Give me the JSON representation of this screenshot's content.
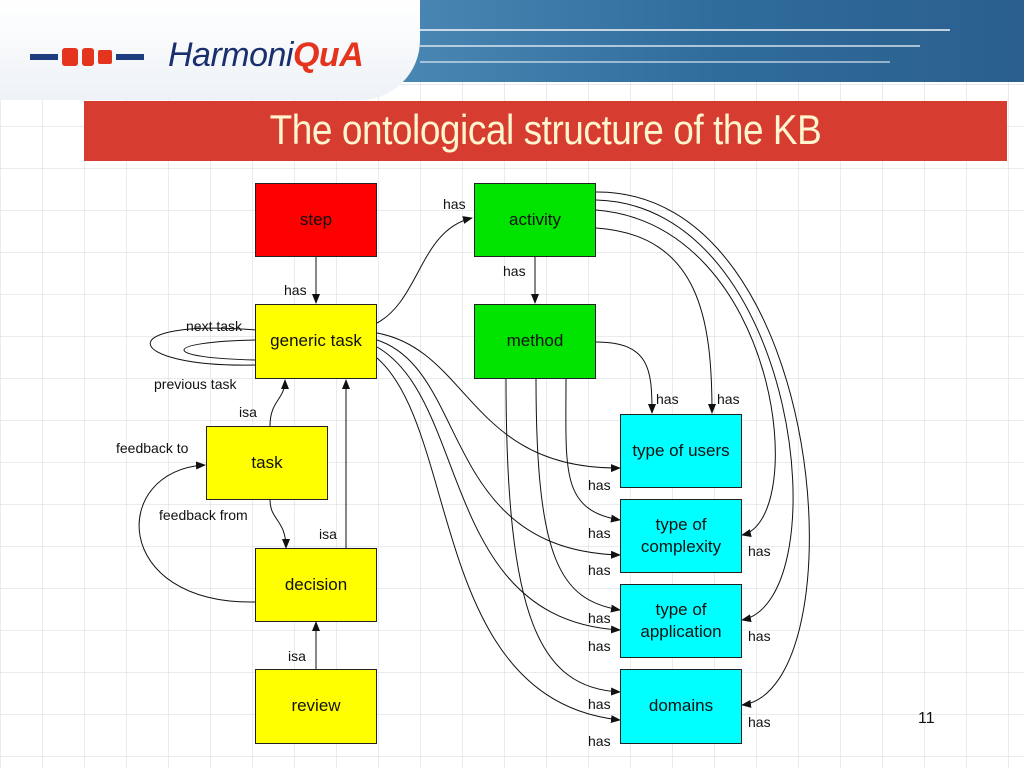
{
  "header": {
    "logo_main": "Harmoni",
    "logo_accent": "QuA",
    "title": "The ontological structure of the KB"
  },
  "nodes": {
    "step": "step",
    "activity": "activity",
    "generic_task": "generic task",
    "method": "method",
    "task": "task",
    "decision": "decision",
    "review": "review",
    "type_of_users": "type of users",
    "type_of_complexity": "type of\ncomplexity",
    "type_of_application": "type of\napplication",
    "domains": "domains"
  },
  "edge_labels": {
    "has": "has",
    "isa": "isa",
    "next_task": "next task",
    "previous_task": "previous task",
    "feedback_to": "feedback to",
    "feedback_from": "feedback from"
  },
  "colors": {
    "step": "#ff0000",
    "activity_method": "#00e400",
    "task_nodes": "#ffff00",
    "attribute_nodes": "#00ffff",
    "title_band": "#d63c2f"
  },
  "page_number": "11"
}
